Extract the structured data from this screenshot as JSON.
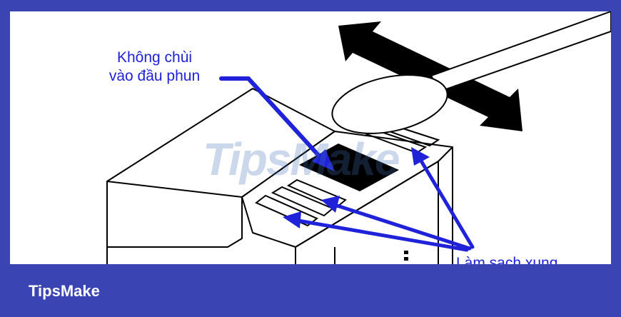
{
  "labels": {
    "no_touch_line1": "Không chùi",
    "no_touch_line2": "vào đầu phun",
    "clean_around": "Làm sạch xung"
  },
  "watermark": "TipsMake",
  "footer": {
    "brand": "TipsMake"
  },
  "colors": {
    "border": "#3a45b3",
    "annotation": "#1f22d8",
    "ink": "#000000",
    "background": "#ffffff"
  },
  "icons": {
    "motion": "double-headed-arrow",
    "tool": "cotton-swab"
  }
}
